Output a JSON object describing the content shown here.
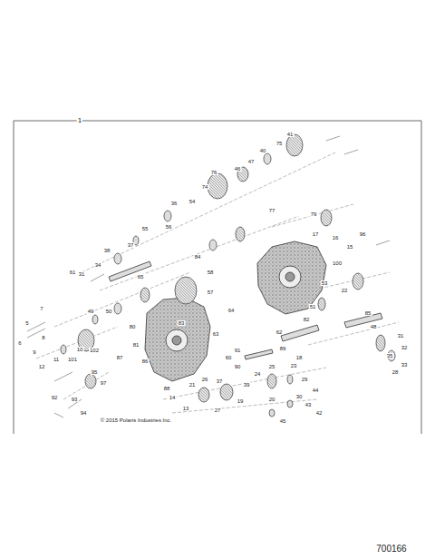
{
  "diagram": {
    "labels": [
      "1",
      "41",
      "75",
      "40",
      "47",
      "46",
      "76",
      "74",
      "77",
      "54",
      "36",
      "56",
      "55",
      "37",
      "38",
      "34",
      "31",
      "79",
      "17",
      "16",
      "96",
      "15",
      "100",
      "53",
      "22",
      "51",
      "85",
      "48",
      "35",
      "31",
      "32",
      "33",
      "28",
      "65",
      "57",
      "58",
      "84",
      "64",
      "63",
      "82",
      "62",
      "89",
      "49",
      "50",
      "83",
      "61",
      "5",
      "7",
      "6",
      "8",
      "9",
      "10",
      "11",
      "12",
      "101",
      "102",
      "95",
      "93",
      "92",
      "94",
      "87",
      "86",
      "80",
      "81",
      "88",
      "97",
      "13",
      "14",
      "21",
      "26",
      "27",
      "37",
      "39",
      "19",
      "20",
      "24",
      "25",
      "29",
      "30",
      "42",
      "43",
      "44",
      "45",
      "23",
      "90",
      "91",
      "18",
      "60",
      "© 2015 Polaris Industries Inc.",
      "700166"
    ]
  }
}
